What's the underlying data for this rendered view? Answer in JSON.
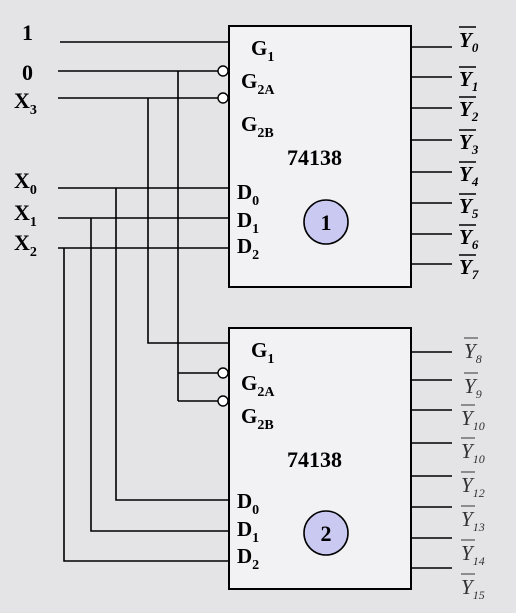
{
  "inputs": {
    "in1": "1",
    "in0": "0",
    "x3": {
      "base": "X",
      "sub": "3"
    },
    "x0": {
      "base": "X",
      "sub": "0"
    },
    "x1": {
      "base": "X",
      "sub": "1"
    },
    "x2": {
      "base": "X",
      "sub": "2"
    }
  },
  "chip1": {
    "part": "74138",
    "badge": "1",
    "g1": {
      "base": "G",
      "sub": "1"
    },
    "g2a": {
      "base": "G",
      "sub": "2A"
    },
    "g2b": {
      "base": "G",
      "sub": "2B"
    },
    "d0": {
      "base": "D",
      "sub": "0"
    },
    "d1": {
      "base": "D",
      "sub": "1"
    },
    "d2": {
      "base": "D",
      "sub": "2"
    },
    "outputs": [
      {
        "base": "Y",
        "sub": "0"
      },
      {
        "base": "Y",
        "sub": "1"
      },
      {
        "base": "Y",
        "sub": "2"
      },
      {
        "base": "Y",
        "sub": "3"
      },
      {
        "base": "Y",
        "sub": "4"
      },
      {
        "base": "Y",
        "sub": "5"
      },
      {
        "base": "Y",
        "sub": "6"
      },
      {
        "base": "Y",
        "sub": "7"
      }
    ]
  },
  "chip2": {
    "part": "74138",
    "badge": "2",
    "g1": {
      "base": "G",
      "sub": "1"
    },
    "g2a": {
      "base": "G",
      "sub": "2A"
    },
    "g2b": {
      "base": "G",
      "sub": "2B"
    },
    "d0": {
      "base": "D",
      "sub": "0"
    },
    "d1": {
      "base": "D",
      "sub": "1"
    },
    "d2": {
      "base": "D",
      "sub": "2"
    },
    "outputs": [
      {
        "base": "Y",
        "sub": "8"
      },
      {
        "base": "Y",
        "sub": "9"
      },
      {
        "base": "Y",
        "sub": "10"
      },
      {
        "base": "Y",
        "sub": "10"
      },
      {
        "base": "Y",
        "sub": "12"
      },
      {
        "base": "Y",
        "sub": "13"
      },
      {
        "base": "Y",
        "sub": "14"
      },
      {
        "base": "Y",
        "sub": "15"
      }
    ]
  }
}
